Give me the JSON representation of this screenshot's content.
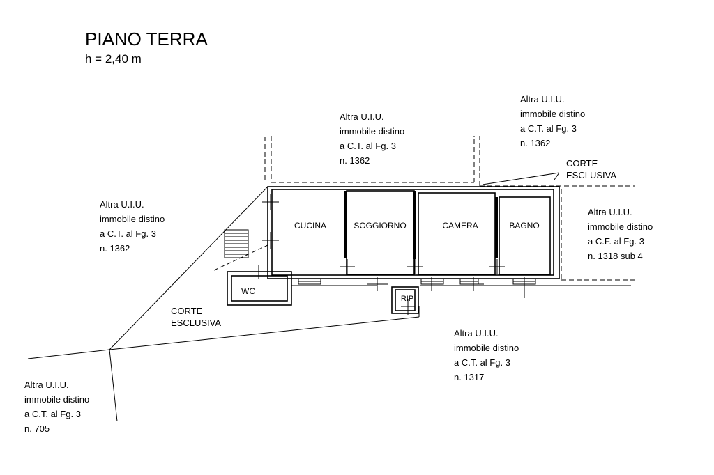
{
  "title": "PIANO TERRA",
  "height_note": "h = 2,40 m",
  "rooms": {
    "cucina": "CUCINA",
    "soggiorno": "SOGGIORNO",
    "camera": "CAMERA",
    "bagno": "BAGNO",
    "wc": "WC",
    "rip": "RIP"
  },
  "courtyards": {
    "right": [
      "CORTE",
      "ESCLUSIVA"
    ],
    "left": [
      "CORTE",
      "ESCLUSIVA"
    ]
  },
  "neighbours": {
    "top_center": [
      "Altra U.I.U.",
      "immobile distino",
      "a C.T. al Fg. 3",
      "n. 1362"
    ],
    "top_right": [
      "Altra U.I.U.",
      "immobile distino",
      "a C.T. al Fg. 3",
      "n. 1362"
    ],
    "left": [
      "Altra U.I.U.",
      "immobile distino",
      "a C.T. al Fg. 3",
      "n. 1362"
    ],
    "right": [
      "Altra U.I.U.",
      "immobile distino",
      "a C.F. al Fg. 3",
      "n. 1318 sub 4"
    ],
    "bottom_center": [
      "Altra U.I.U.",
      "immobile distino",
      "a C.T. al Fg. 3",
      "n. 1317"
    ],
    "bottom_left": [
      "Altra U.I.U.",
      "immobile distino",
      "a C.T. al Fg. 3",
      "n. 705"
    ]
  }
}
